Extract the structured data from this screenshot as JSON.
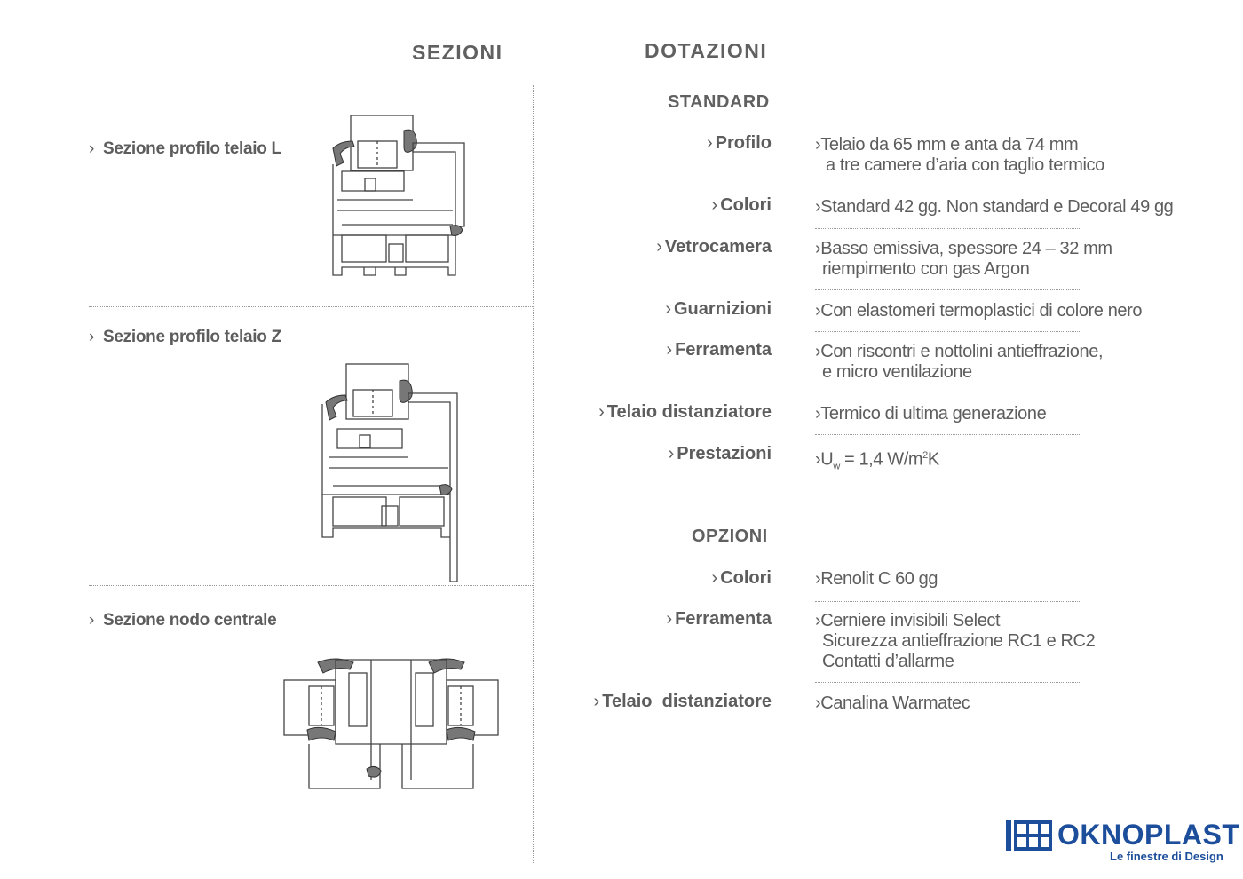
{
  "headers": {
    "sezioni": "SEZIONI",
    "dotazioni": "DOTAZIONI"
  },
  "sections": [
    {
      "chevron": "›",
      "label": "Sezione profilo telaio L"
    },
    {
      "chevron": "›",
      "label": "Sezione profilo telaio Z"
    },
    {
      "chevron": "›",
      "label": "Sezione nodo centrale"
    }
  ],
  "standard": {
    "title": "STANDARD",
    "rows": [
      {
        "label": "Profilo",
        "lines": [
          "Telaio da 65 mm e anta da 74 mm",
          "a tre camere d’aria con taglio termico"
        ]
      },
      {
        "label": "Colori",
        "lines": [
          "Standard 42 gg. Non standard e Decoral 49 gg"
        ]
      },
      {
        "label": "Vetrocamera",
        "lines": [
          "Basso emissiva, spessore 24 – 32 mm",
          "riempimento con gas Argon"
        ]
      },
      {
        "label": "Guarnizioni",
        "lines": [
          "Con elastomeri termoplastici di colore nero"
        ]
      },
      {
        "label": "Ferramenta",
        "lines": [
          "Con riscontri e nottolini antieffrazione,",
          "e micro ventilazione"
        ]
      },
      {
        "label": "Telaio distanziatore",
        "lines": [
          "Termico di ultima generazione"
        ]
      },
      {
        "label": "Prestazioni",
        "uw": {
          "u": "U",
          "sub": "w",
          "mid": " = 1,4 W/m",
          "sup": "2",
          "end": "K"
        }
      }
    ]
  },
  "opzioni": {
    "title": "OPZIONI",
    "rows": [
      {
        "label": "Colori",
        "lines": [
          "Renolit C 60 gg"
        ]
      },
      {
        "label": "Ferramenta",
        "lines": [
          "Cerniere invisibili Select",
          "Sicurezza antieffrazione RC1 e RC2",
          "Contatti d’allarme"
        ]
      },
      {
        "label": "Telaio  distanziatore",
        "lines": [
          "Canalina Warmatec"
        ]
      }
    ]
  },
  "bullet": "›",
  "logo": {
    "name": "OKNOPLAST",
    "tagline": "Le finestre di Design",
    "color": "#1d4e9b"
  },
  "icons": [
    "profile-L-drawing",
    "profile-Z-drawing",
    "central-node-drawing",
    "oknoplast-window-logo"
  ]
}
